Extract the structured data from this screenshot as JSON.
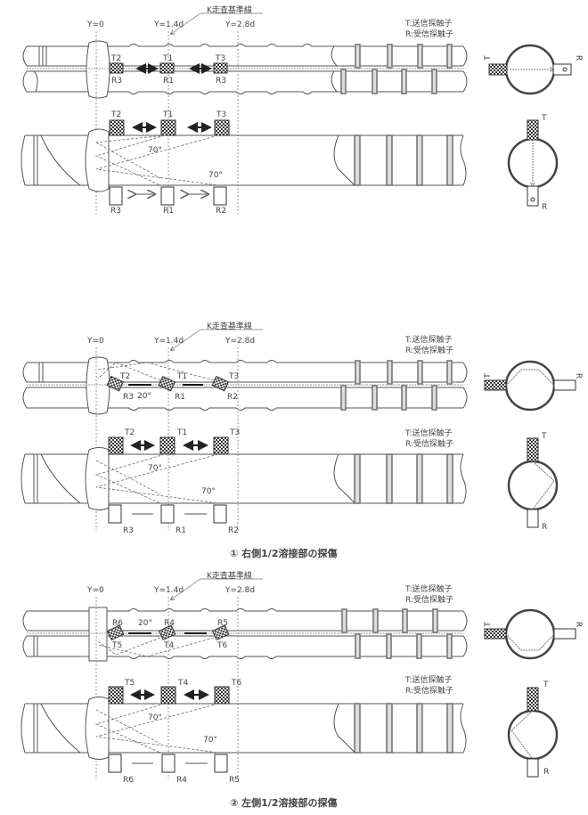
{
  "figure": {
    "legend": {
      "t": "T:送信探触子",
      "r": "R:受信探触子"
    },
    "reference_line_label": "K走査基準線",
    "positions": {
      "y0": "Y=0",
      "y14": "Y=1.4d",
      "y28": "Y=2.8d"
    },
    "panels": [
      {
        "id": "top",
        "plan_probes_top": [
          "T2",
          "T1",
          "T3"
        ],
        "plan_probes_bottom": [
          "R3",
          "R1",
          "R3"
        ],
        "side_probes_top": [
          "T2",
          "T1",
          "T3"
        ],
        "side_probes_bottom": [
          "R3",
          "R1",
          "R2"
        ],
        "angle_label": "70°",
        "section_labels": {
          "t": "T",
          "r": "R"
        },
        "caption": ""
      },
      {
        "id": "right-half",
        "plan_probes_top": [
          "T2",
          "T1",
          "T3"
        ],
        "plan_probes_bottom": [
          "R3",
          "R1",
          "R2"
        ],
        "plan_angle": "20°",
        "side_probes_top": [
          "T2",
          "T1",
          "T3"
        ],
        "side_probes_bottom": [
          "R3",
          "R1",
          "R2"
        ],
        "angle_label": "70°",
        "section_labels": {
          "t": "T",
          "r": "R"
        },
        "caption": "① 右側1/2溶接部の探傷"
      },
      {
        "id": "left-half",
        "plan_probes_top": [
          "R6",
          "R4",
          "R5"
        ],
        "plan_probes_bottom": [
          "T5",
          "T4",
          "T6"
        ],
        "plan_angle": "20°",
        "side_probes_top": [
          "T5",
          "T4",
          "T6"
        ],
        "side_probes_bottom": [
          "R6",
          "R4",
          "R5"
        ],
        "angle_label": "70°",
        "section_labels": {
          "t": "T",
          "r": "R"
        },
        "caption": "② 左側1/2溶接部の探傷"
      }
    ]
  }
}
